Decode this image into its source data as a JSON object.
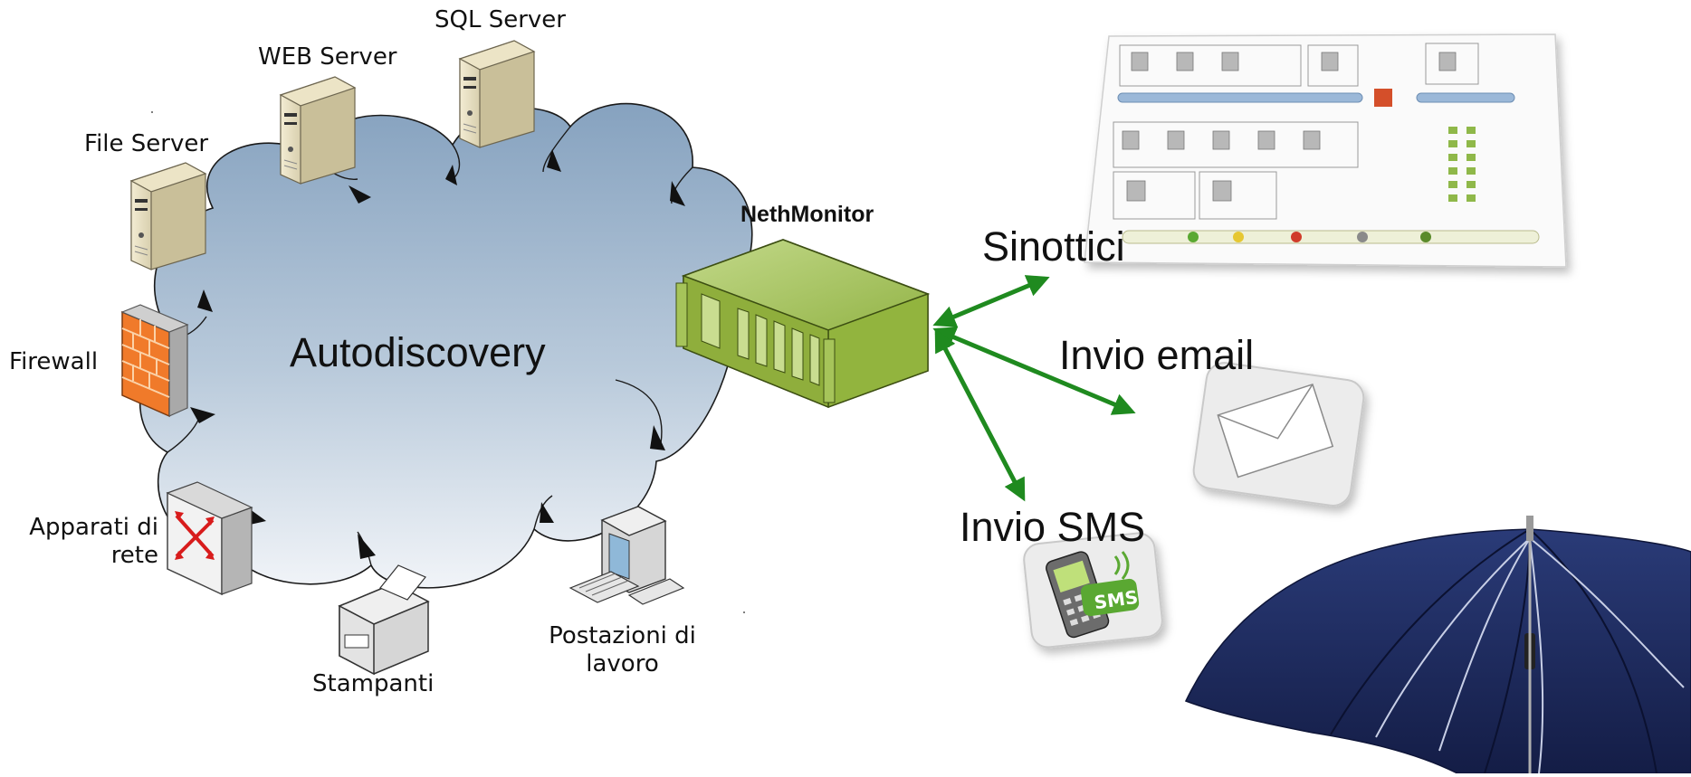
{
  "cloud": {
    "label": "Autodiscovery"
  },
  "nodes": {
    "sql_server": "SQL Server",
    "web_server": "WEB Server",
    "file_server": "File Server",
    "firewall": "Firewall",
    "network_devices_line1": "Apparati di",
    "network_devices_line2": "rete",
    "printers": "Stampanti",
    "workstations_line1": "Postazioni di",
    "workstations_line2": "lavoro"
  },
  "monitor": {
    "label": "NethMonitor"
  },
  "outputs": {
    "synoptic": "Sinottici",
    "email": "Invio email",
    "sms": "Invio SMS",
    "sms_badge": "SMS"
  },
  "colors": {
    "cloud_top": "#8fa9c4",
    "cloud_bottom": "#eef2f7",
    "arrow_green": "#1f8a1f",
    "server_green": "#8fae3c",
    "firewall_orange": "#f07a2a",
    "umbrella_blue": "#1d2a5c"
  }
}
